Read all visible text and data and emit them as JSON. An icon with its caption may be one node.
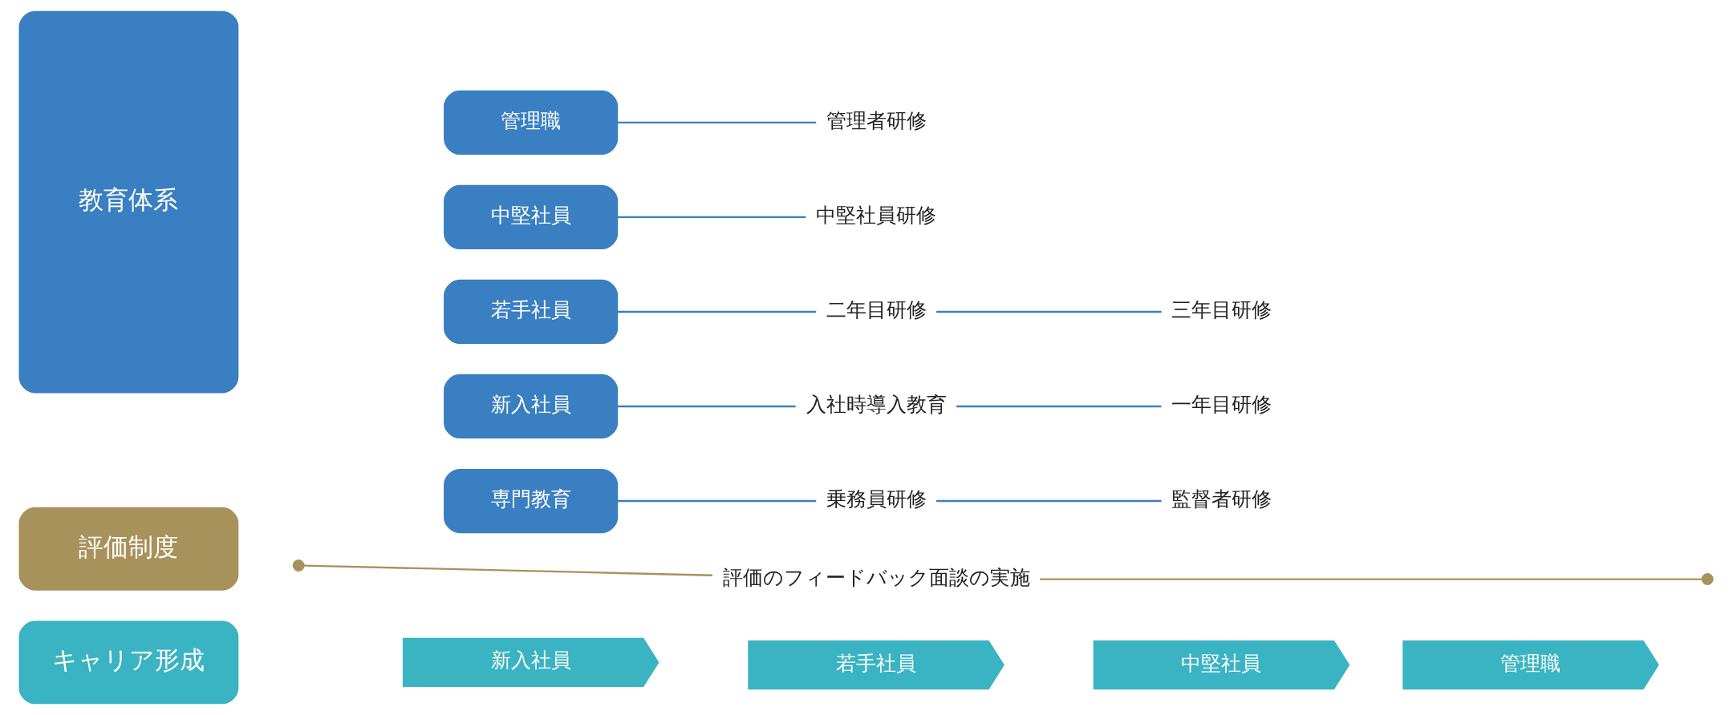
{
  "diagram": {
    "nodes": [
      {
        "text": [
          "教育体系"
        ]
      },
      {
        "text": [
          "管理職"
        ]
      },
      {
        "text": [
          "管理者研修"
        ]
      },
      {
        "text": [
          "中堅社員"
        ]
      },
      {
        "text": [
          "中堅社員研修"
        ]
      },
      {
        "text": [
          "若手社員"
        ]
      },
      {
        "text": [
          "二年目研修"
        ]
      },
      {
        "text": [
          "三年目研修"
        ]
      },
      {
        "text": [
          "新入社員"
        ]
      },
      {
        "text": [
          "入社時導入教育"
        ]
      },
      {
        "text": [
          "一年目研修"
        ]
      },
      {
        "text": [
          "専門教育"
        ]
      },
      {
        "text": [
          "乗務員研修"
        ]
      },
      {
        "text": [
          "監督者研修"
        ]
      },
      {
        "text": [
          "評価制度"
        ]
      },
      {
        "text": [
          "評価のフィードバック面談の実施"
        ]
      },
      {
        "text": [
          "キャリア形成"
        ]
      },
      {
        "text": [
          "新入社員"
        ]
      },
      {
        "text": [
          "若手社員"
        ]
      },
      {
        "text": [
          "中堅社員"
        ]
      },
      {
        "text": [
          "管理職"
        ]
      }
    ],
    "edges": [
      {
        "from": 1,
        "to": 2,
        "arrow": "none"
      },
      {
        "from": 3,
        "to": 4,
        "arrow": "none"
      },
      {
        "from": 5,
        "to": 6,
        "arrow": "none"
      },
      {
        "from": 6,
        "to": 7,
        "arrow": "none"
      },
      {
        "from": 8,
        "to": 9,
        "arrow": "none"
      },
      {
        "from": 9,
        "to": 10,
        "arrow": "none"
      },
      {
        "from": 11,
        "to": 12,
        "arrow": "none"
      },
      {
        "from": 12,
        "to": 13,
        "arrow": "none"
      },
      {
        "from": null,
        "to": 15,
        "arrow": "other",
        "color": "#a8925c"
      },
      {
        "from": 15,
        "to": null,
        "arrow": "other",
        "color": "#a8925c"
      }
    ]
  }
}
